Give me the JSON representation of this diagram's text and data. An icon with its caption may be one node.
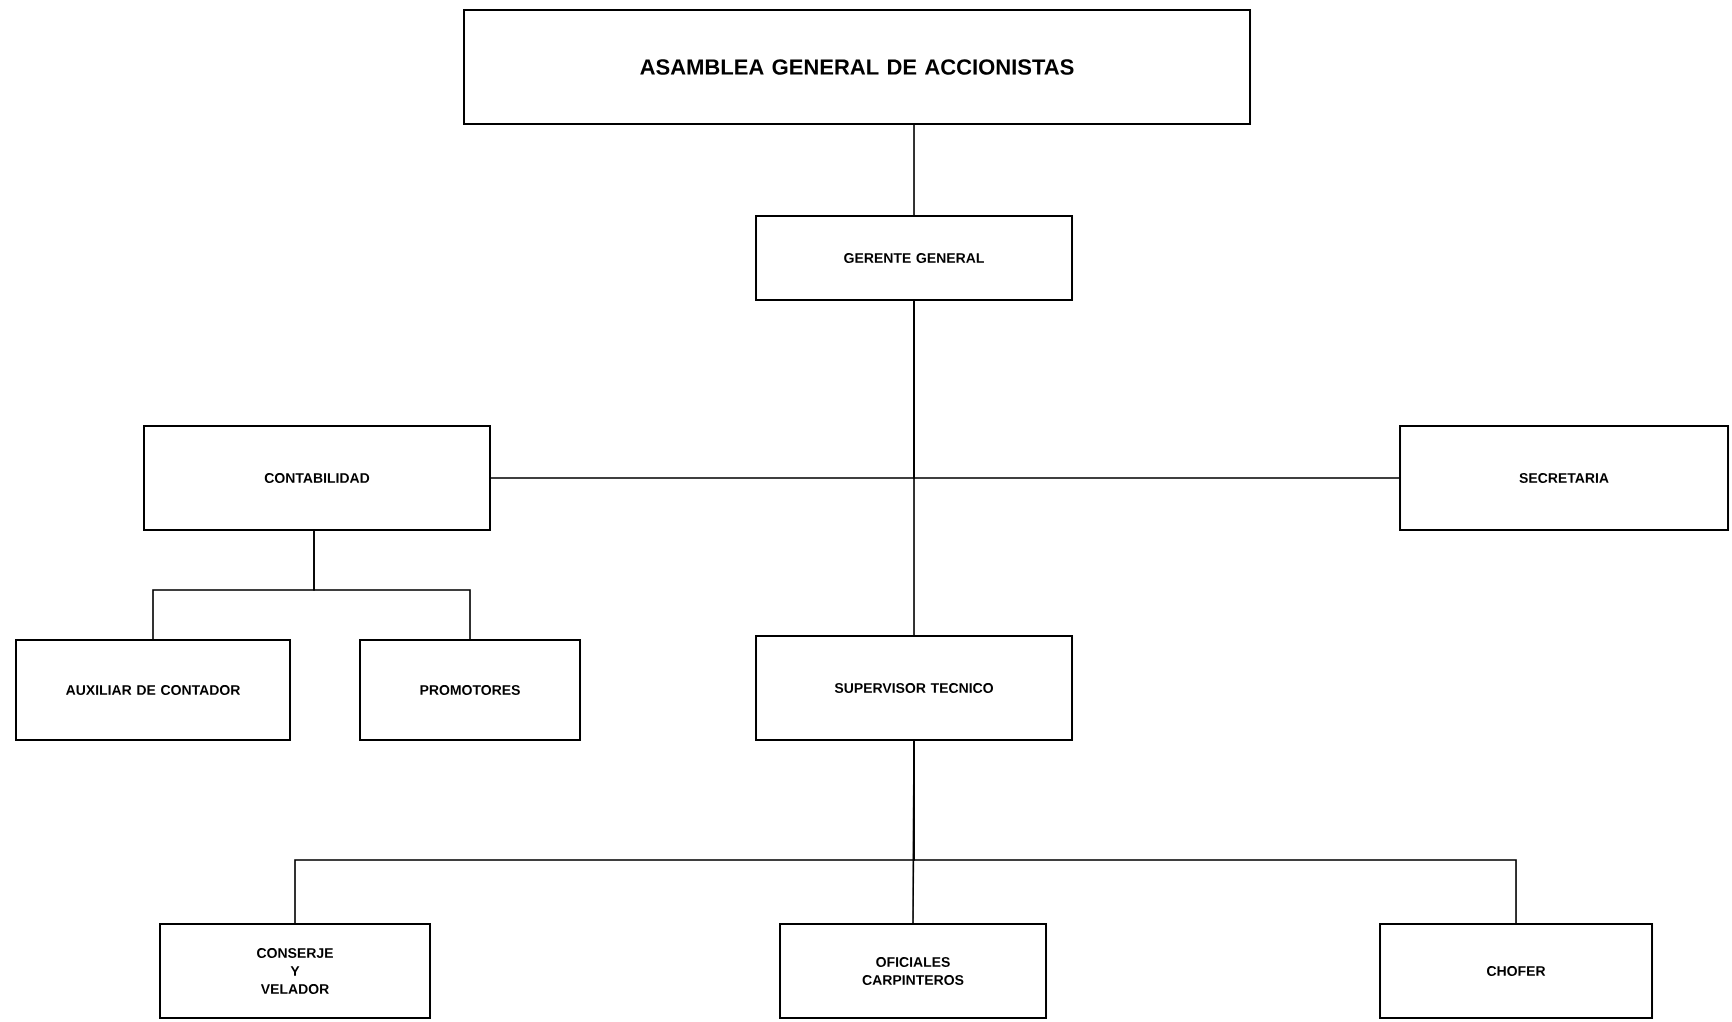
{
  "diagram": {
    "nodes": [
      {
        "text": [
          "ASAMBLEA GENERAL DE ACCIONISTAS"
        ]
      },
      {
        "text": [
          "GERENTE GENERAL"
        ]
      },
      {
        "text": [
          "CONTABILIDAD"
        ]
      },
      {
        "text": [
          "SECRETARIA"
        ]
      },
      {
        "text": [
          "AUXILIAR DE CONTADOR"
        ]
      },
      {
        "text": [
          "PROMOTORES"
        ]
      },
      {
        "text": [
          "SUPERVISOR TECNICO"
        ]
      },
      {
        "text": [
          "CONSERJE Y VELADOR"
        ]
      },
      {
        "text": [
          "OFICIALES CARPINTEROS"
        ]
      },
      {
        "text": [
          "CHOFER"
        ]
      }
    ],
    "edges": [
      {
        "from": 0,
        "to": 1,
        "arrow": "none"
      },
      {
        "from": 1,
        "to": 2,
        "arrow": "none"
      },
      {
        "from": 1,
        "to": 3,
        "arrow": "none"
      },
      {
        "from": 1,
        "to": 6,
        "arrow": "none"
      },
      {
        "from": 2,
        "to": 4,
        "arrow": "none"
      },
      {
        "from": 2,
        "to": 5,
        "arrow": "none"
      },
      {
        "from": 6,
        "to": 7,
        "arrow": "none"
      },
      {
        "from": 6,
        "to": 8,
        "arrow": "none"
      },
      {
        "from": 6,
        "to": 9,
        "arrow": "none"
      }
    ]
  }
}
